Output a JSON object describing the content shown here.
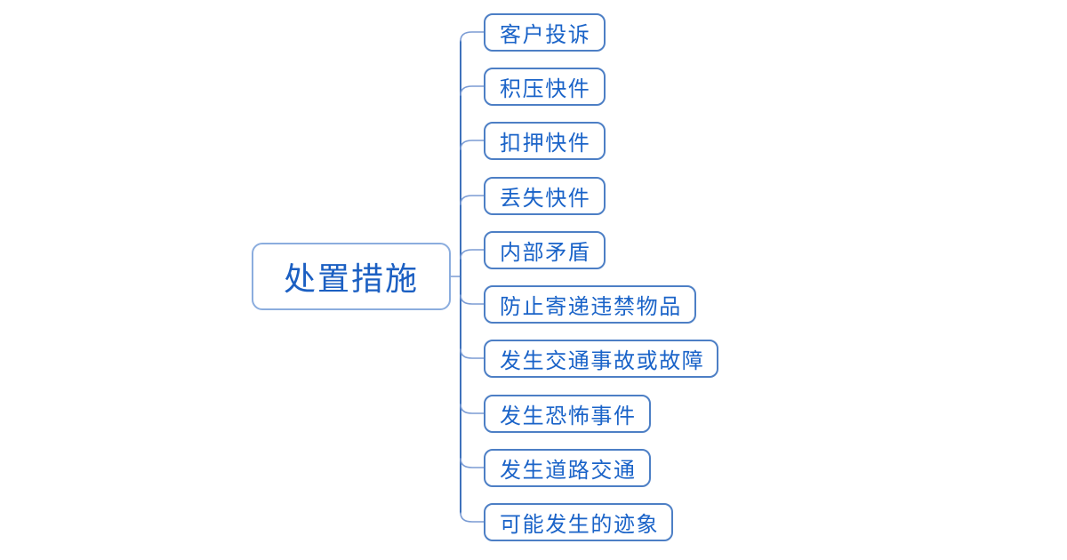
{
  "diagram": {
    "type": "mindmap",
    "root": {
      "label": "处置措施"
    },
    "children": [
      {
        "label": "客户投诉"
      },
      {
        "label": "积压快件"
      },
      {
        "label": "扣押快件"
      },
      {
        "label": "丢失快件"
      },
      {
        "label": "内部矛盾"
      },
      {
        "label": "防止寄递违禁物品"
      },
      {
        "label": "发生交通事故或故障"
      },
      {
        "label": "发生恐怖事件"
      },
      {
        "label": "发生道路交通"
      },
      {
        "label": "可能发生的迹象"
      }
    ],
    "colors": {
      "background": "#ffffff",
      "root_text": "#1b5fc2",
      "node_text": "#1a63c8",
      "root_border": "#8badde",
      "child_border": "#4d7fc5",
      "trunk_line": "#3f72bb",
      "branch_line": "#7b9cd4"
    }
  }
}
